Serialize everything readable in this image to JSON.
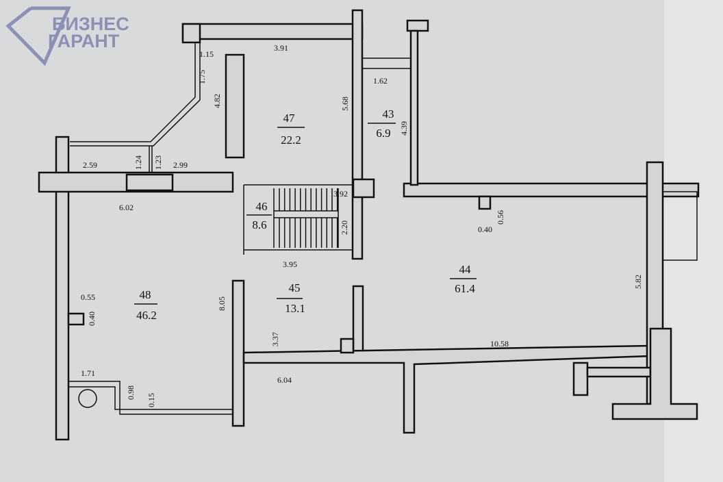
{
  "logo": {
    "line1": "БИЗНЕС",
    "line2": "ГАРАНТ"
  },
  "rooms": [
    {
      "number": "47",
      "area": "22.2"
    },
    {
      "number": "43",
      "area": "6.9"
    },
    {
      "number": "46",
      "area": "8.6"
    },
    {
      "number": "45",
      "area": "13.1"
    },
    {
      "number": "44",
      "area": "61.4"
    },
    {
      "number": "48",
      "area": "46.2"
    }
  ],
  "dimensions": [
    "3.91",
    "1.15",
    "1.75",
    "4.82",
    "5.68",
    "1.62",
    "4.39",
    "2.59",
    "1.24",
    "1.23",
    "2.99",
    "6.02",
    "3.92",
    "2.20",
    "3.95",
    "0.56",
    "0.40",
    "5.82",
    "10.58",
    "3.37",
    "8.05",
    "6.04",
    "0.55",
    "0.40",
    "1.71",
    "0.98",
    "0.15"
  ],
  "colors": {
    "paper": "#d9dadc",
    "wall": "#d4d5d7",
    "line": "#111111",
    "logo": "#8c90b4"
  }
}
